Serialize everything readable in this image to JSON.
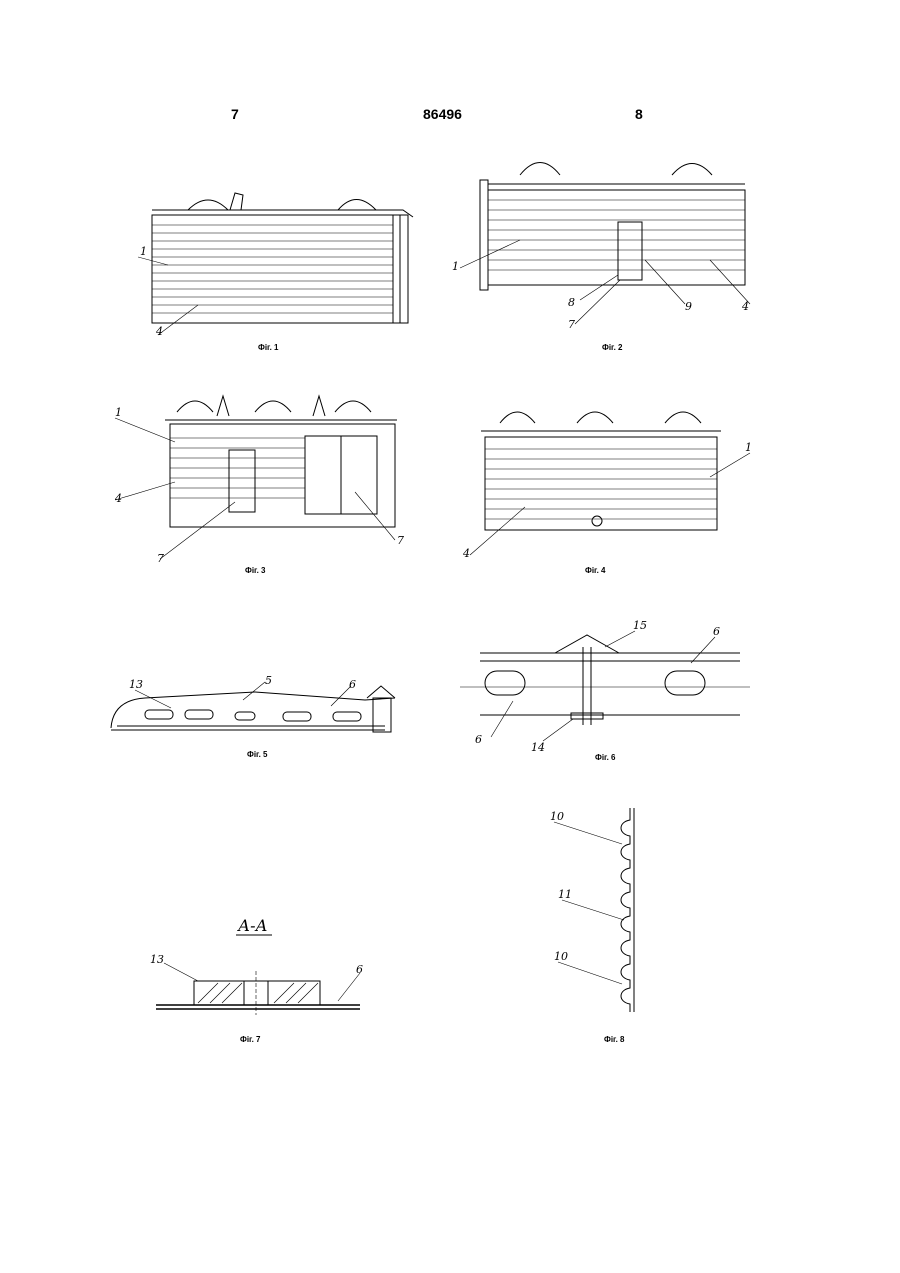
{
  "header": {
    "left_page": "7",
    "patent_number": "86496",
    "right_page": "8"
  },
  "figures": [
    {
      "caption": "Фіг. 1",
      "labels": [
        "1",
        "4"
      ]
    },
    {
      "caption": "Фіг. 2",
      "labels": [
        "1",
        "8",
        "7",
        "9",
        "4"
      ]
    },
    {
      "caption": "Фіг. 3",
      "labels": [
        "1",
        "4",
        "7",
        "7"
      ]
    },
    {
      "caption": "Фіг. 4",
      "labels": [
        "1",
        "4"
      ]
    },
    {
      "caption": "Фіг. 5",
      "labels": [
        "13",
        "5",
        "6"
      ]
    },
    {
      "caption": "Фіг. 6",
      "labels": [
        "15",
        "6",
        "6",
        "14"
      ]
    },
    {
      "caption": "Фіг. 7",
      "section_title": "А-А",
      "labels": [
        "13",
        "6"
      ]
    },
    {
      "caption": "Фіг. 8",
      "labels": [
        "10",
        "11",
        "10"
      ]
    }
  ]
}
